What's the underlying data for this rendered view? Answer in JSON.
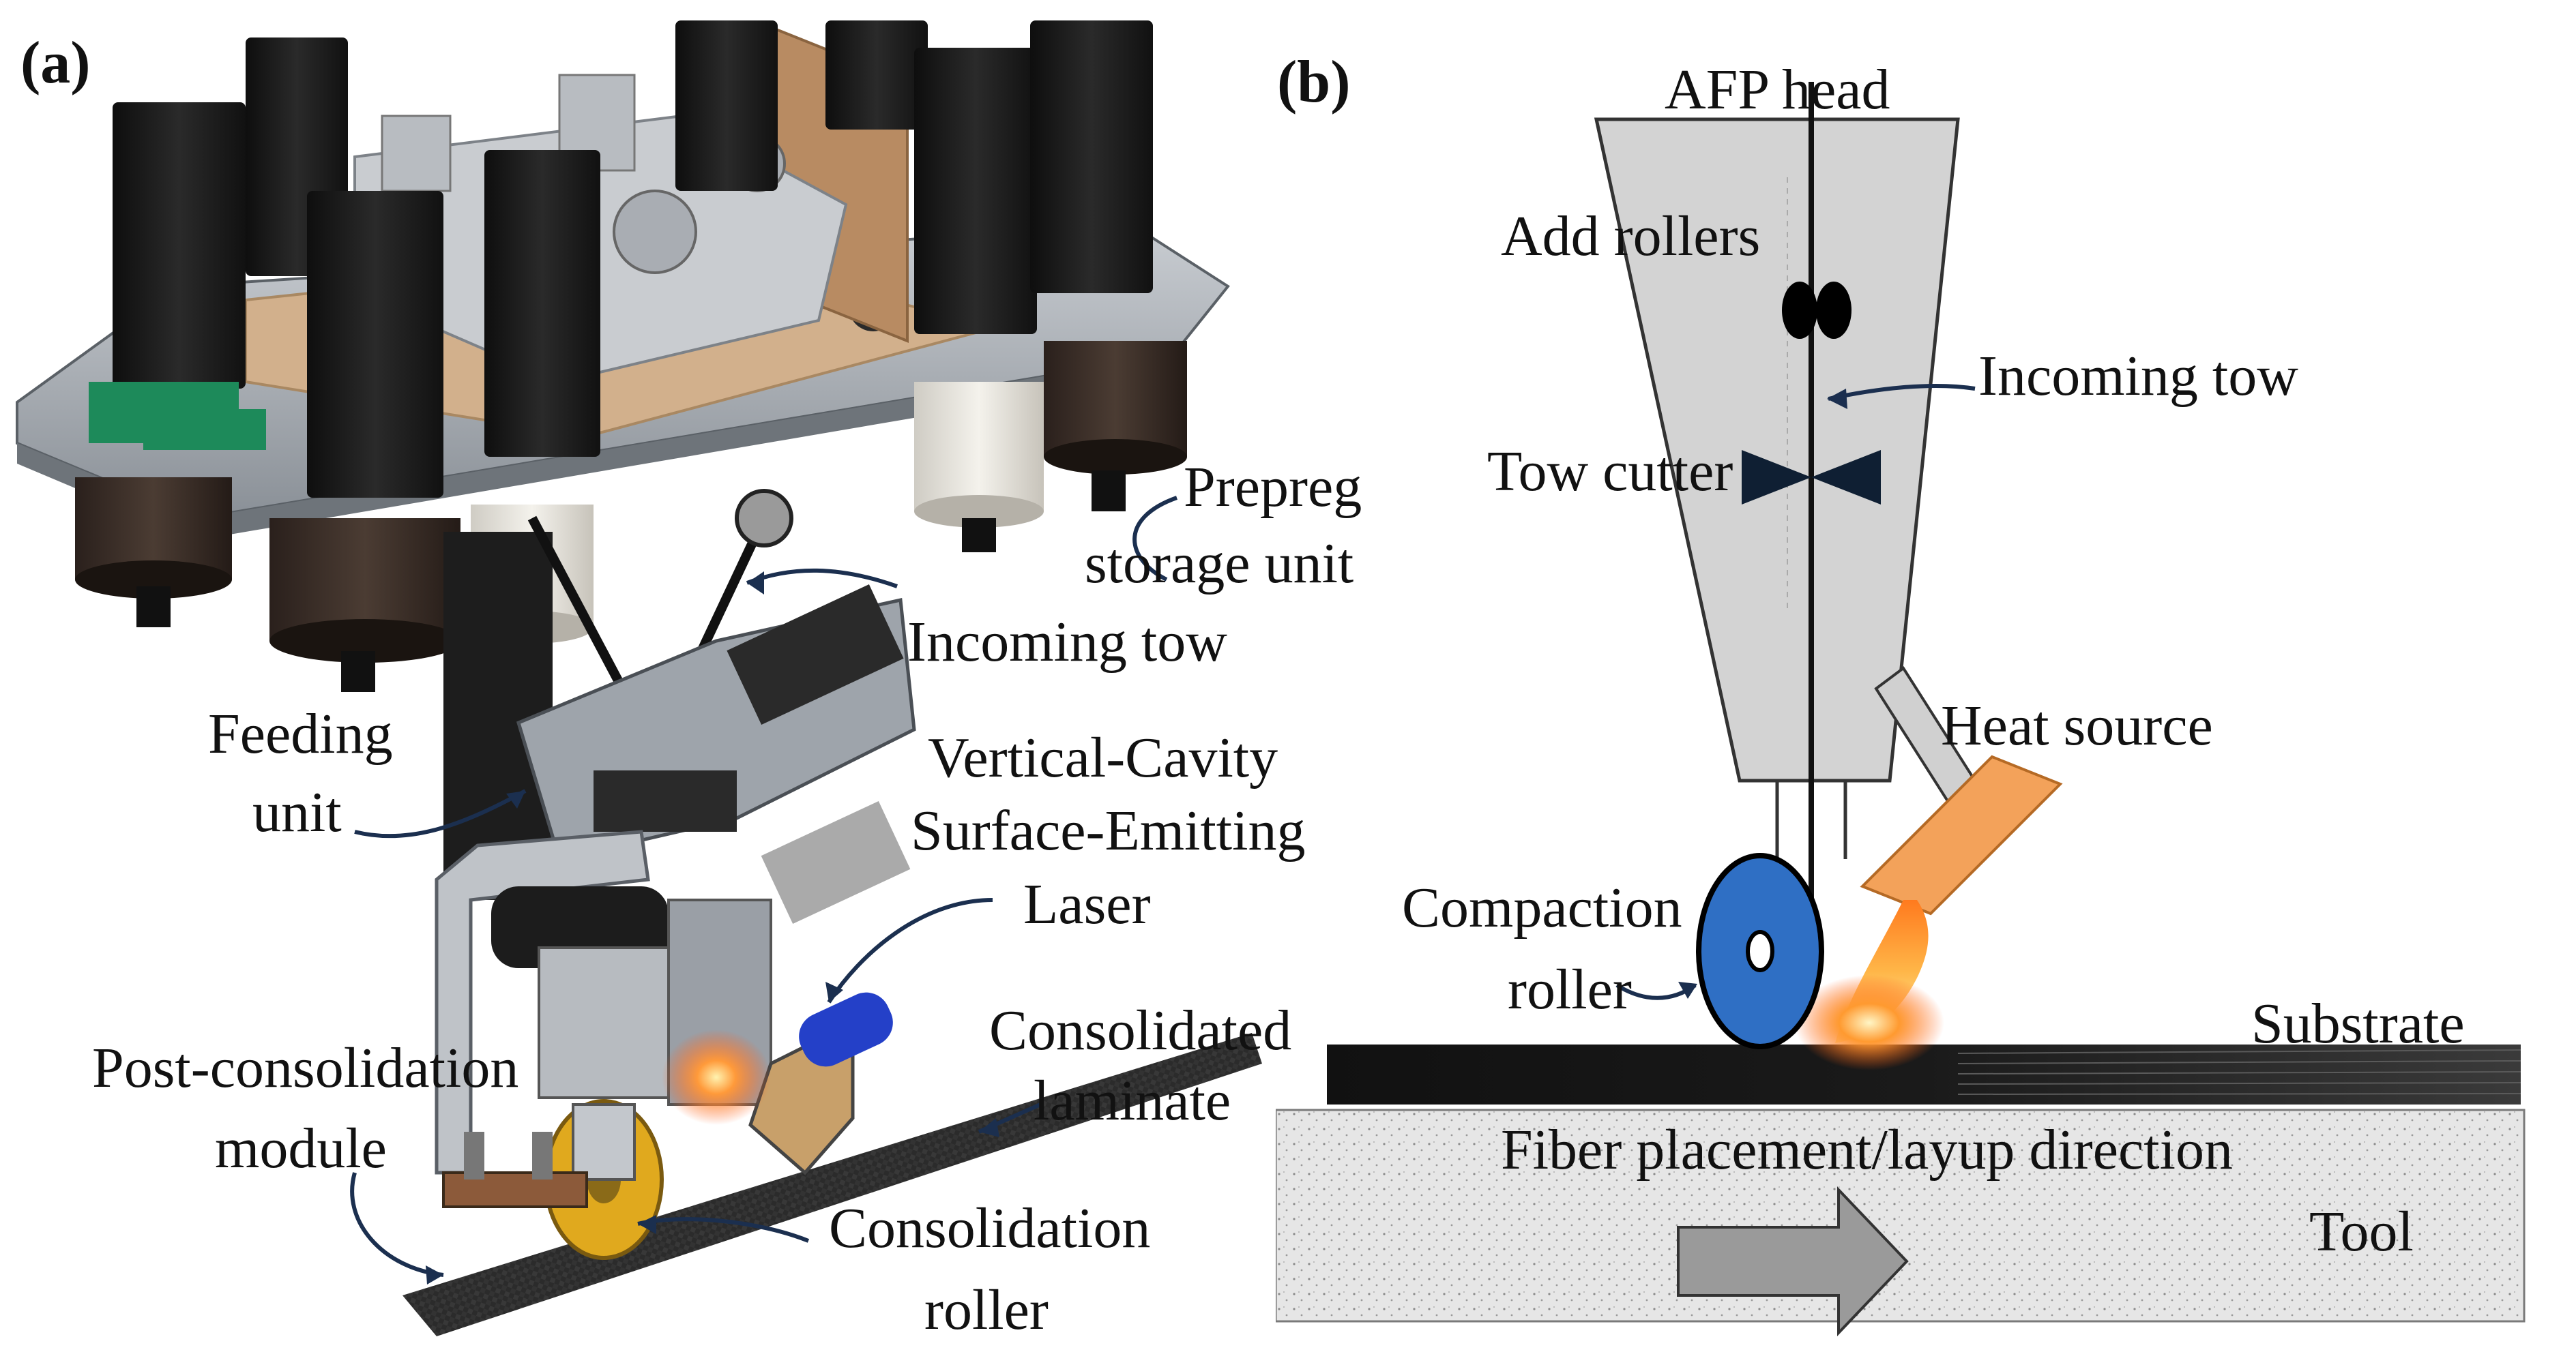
{
  "panels": {
    "a": {
      "tag": "(a)",
      "labels": {
        "prepreg_storage_line1": "Prepreg",
        "prepreg_storage_line2": "storage unit",
        "incoming_tow": "Incoming tow",
        "feeding_line1": "Feeding",
        "feeding_line2": "unit",
        "vcsel_line1": "Vertical-Cavity",
        "vcsel_line2": "Surface-Emitting",
        "vcsel_line3": "Laser",
        "consolidated_line1": "Consolidated",
        "consolidated_line2": "laminate",
        "post_consolidation_line1": "Post-consolidation",
        "post_consolidation_line2": "module",
        "consolidation_roller_line1": "Consolidation",
        "consolidation_roller_line2": "roller"
      }
    },
    "b": {
      "tag": "(b)",
      "labels": {
        "afp_head": "AFP head",
        "add_rollers": "Add rollers",
        "incoming_tow": "Incoming tow",
        "tow_cutter": "Tow cutter",
        "heat_source": "Heat source",
        "compaction_line1": "Compaction",
        "compaction_line2": "roller",
        "substrate": "Substrate",
        "layup_direction": "Fiber placement/layup direction",
        "tool": "Tool"
      }
    }
  },
  "colors": {
    "text": "#111111",
    "annotation_arrow": "#1b2f4f",
    "afp_head_fill": "#d3d3d3",
    "compaction_roller": "#2f6fc4",
    "heat_source": "#f3a25a",
    "substrate": "#111111",
    "tool_fill": "#e4e4e4",
    "direction_arrow": "#9a9a9a",
    "motor_black": "#1c1c1c",
    "plate_grey": "#9aa0a6",
    "board_tan": "#d2b08c",
    "spool_brown": "#3a2e28",
    "spool_white": "#e8e6e0",
    "roller_yellow": "#e0a91e",
    "laser_blue": "#2440c8",
    "laminate": "#2b2b2b"
  },
  "icons": {
    "panel_a": "afp-machine-illustration",
    "panel_b": "afp-process-schematic"
  }
}
